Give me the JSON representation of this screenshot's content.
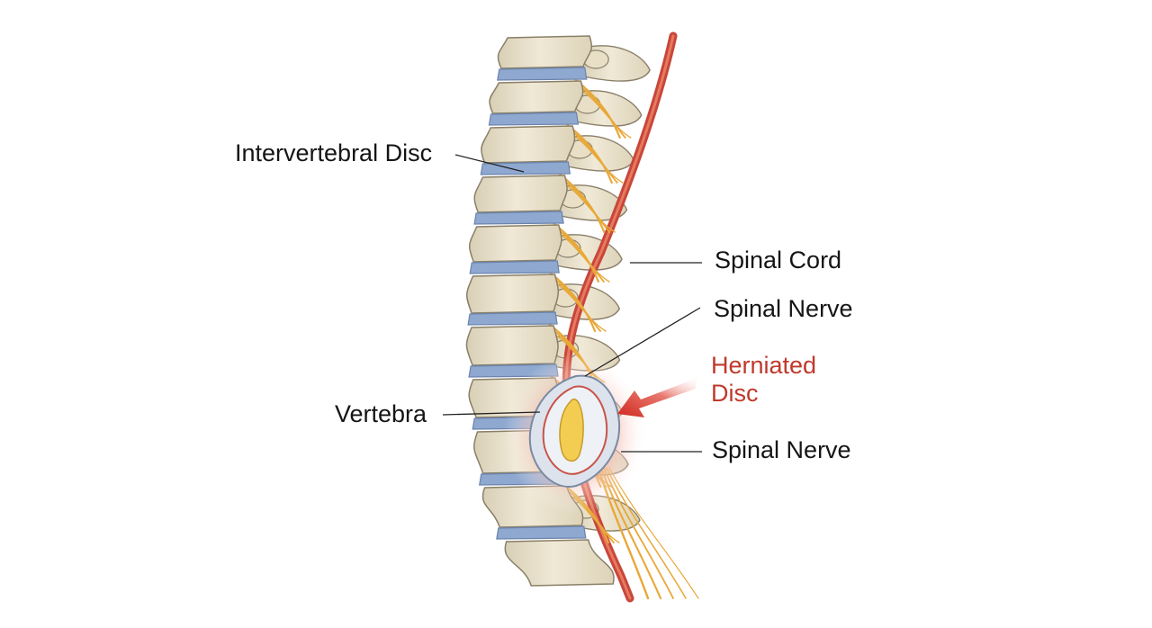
{
  "labels": {
    "intervertebral_disc": "Intervertebral Disc",
    "spinal_cord": "Spinal Cord",
    "spinal_nerve_upper": "Spinal Nerve",
    "herniated_disc_line1": "Herniated",
    "herniated_disc_line2": "Disc",
    "vertebra": "Vertebra",
    "spinal_nerve_lower": "Spinal Nerve"
  },
  "colors": {
    "bone": "#ece4cf",
    "bone_outline": "#8a7f68",
    "disc": "#8ea8d0",
    "nerve": "#e8a838",
    "cord": "#c8463a",
    "herniation_highlight": "#d6332a",
    "label_text": "#151515",
    "herniated_label": "#c0392b"
  }
}
